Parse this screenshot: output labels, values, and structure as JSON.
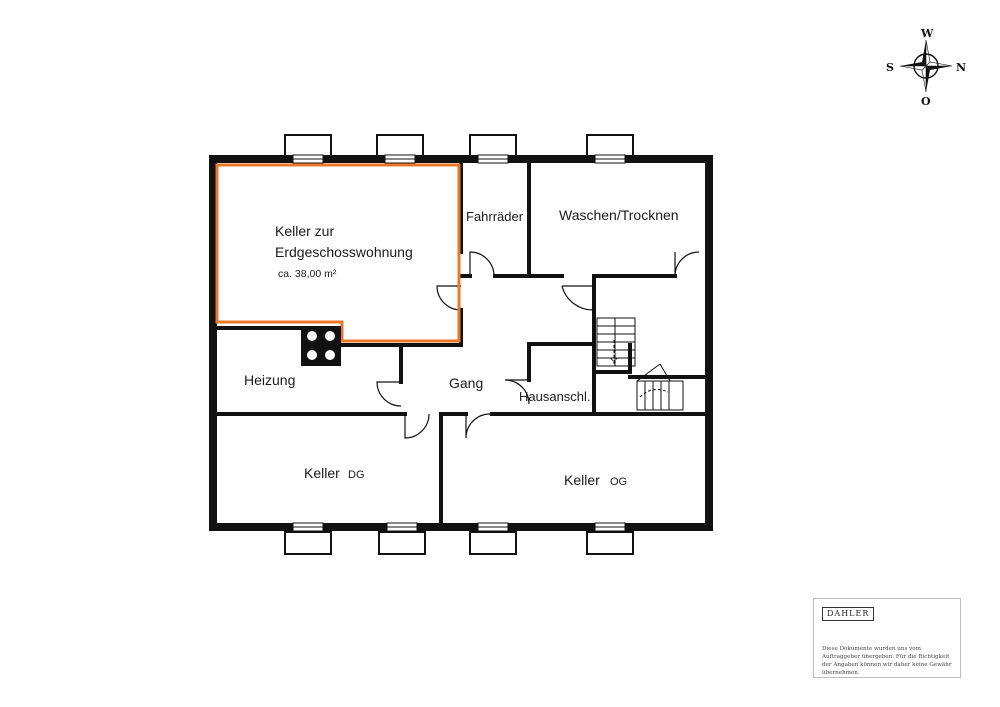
{
  "compass": {
    "north": "W",
    "east": "N",
    "south": "O",
    "west": "S"
  },
  "rooms": {
    "keller_eg_line1": "Keller zur",
    "keller_eg_line2": "Erdgeschosswohnung",
    "keller_eg_area": "ca. 38,00 m²",
    "fahrraeder": "Fahrräder",
    "waschen": "Waschen/Trocknen",
    "heizung": "Heizung",
    "gang": "Gang",
    "hausanschluss": "Hausanschl.",
    "keller_dg": "Keller",
    "keller_dg_suffix": "DG",
    "keller_og": "Keller",
    "keller_og_suffix": "OG"
  },
  "disclaimer": {
    "logo": "DAHLER",
    "text": "Diese Dokumente wurden uns vom Auftraggeber übergeben. Für die Richtigkeit der Angaben können wir daher keine Gewähr übernehmen."
  },
  "colors": {
    "wall": "#111111",
    "highlight": "#e8792b"
  }
}
